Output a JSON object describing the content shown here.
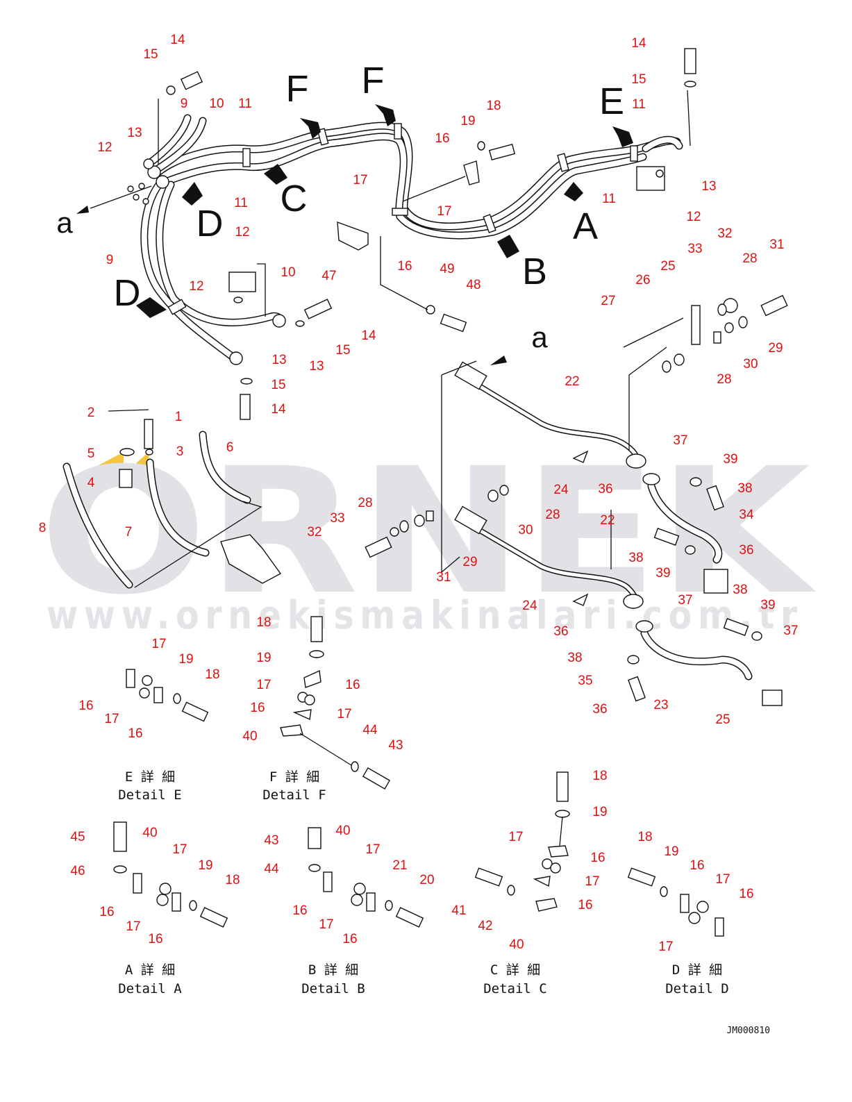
{
  "watermark": {
    "brand": "ORNEK",
    "url": "www.ornekismakinalari.com.tr"
  },
  "reference_code": "JM000810",
  "view_letters": [
    "F",
    "F",
    "E",
    "C",
    "D",
    "D",
    "A",
    "B",
    "a",
    "a"
  ],
  "callouts": [
    "14",
    "15",
    "9",
    "10",
    "11",
    "13",
    "12",
    "11",
    "F",
    "F",
    "16",
    "19",
    "18",
    "14",
    "15",
    "11",
    "E",
    "17",
    "17",
    "16",
    "13",
    "12",
    "11",
    "9",
    "10",
    "12",
    "12",
    "14",
    "15",
    "13",
    "13",
    "15",
    "14",
    "47",
    "49",
    "48",
    "2",
    "1",
    "5",
    "3",
    "6",
    "4",
    "8",
    "7",
    "32",
    "33",
    "28",
    "31",
    "29",
    "30",
    "28",
    "22",
    "24",
    "36",
    "37",
    "39",
    "38",
    "34",
    "36",
    "38",
    "39",
    "37",
    "22",
    "24",
    "36",
    "38",
    "39",
    "37",
    "38",
    "35",
    "36",
    "23",
    "25",
    "25",
    "26",
    "27",
    "33",
    "32",
    "28",
    "31",
    "29",
    "30",
    "28"
  ],
  "details": {
    "E": {
      "caption_jp": "E 詳 細",
      "caption_en": "Detail E",
      "parts": [
        "17",
        "19",
        "18",
        "16",
        "17",
        "16"
      ]
    },
    "F": {
      "caption_jp": "F 詳 細",
      "caption_en": "Detail F",
      "parts": [
        "18",
        "19",
        "16",
        "17",
        "16",
        "17",
        "40",
        "44",
        "43"
      ]
    },
    "A": {
      "caption_jp": "A 詳 細",
      "caption_en": "Detail A",
      "parts": [
        "45",
        "40",
        "17",
        "19",
        "18",
        "46",
        "16",
        "17",
        "16"
      ]
    },
    "B": {
      "caption_jp": "B 詳 細",
      "caption_en": "Detail B",
      "parts": [
        "43",
        "40",
        "17",
        "21",
        "20",
        "44",
        "16",
        "17",
        "16"
      ]
    },
    "C": {
      "caption_jp": "C 詳 細",
      "caption_en": "Detail C",
      "parts": [
        "18",
        "19",
        "17",
        "16",
        "17",
        "16",
        "41",
        "42",
        "40"
      ]
    },
    "D": {
      "caption_jp": "D 詳 細",
      "caption_en": "Detail D",
      "parts": [
        "18",
        "19",
        "16",
        "17",
        "16",
        "17"
      ]
    }
  },
  "colors": {
    "callout": "#e01010",
    "linework": "#111111",
    "watermark": "#e1e1e6",
    "watermark_accent": "#f2c640"
  }
}
